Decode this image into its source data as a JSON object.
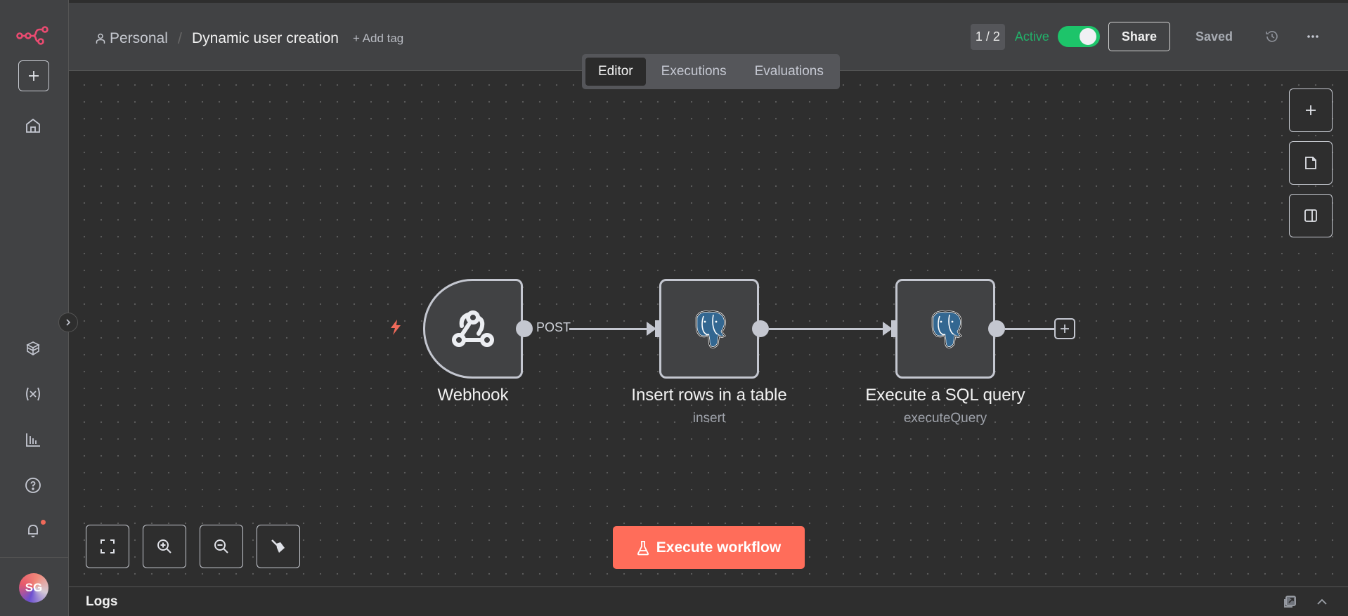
{
  "sidebar": {
    "avatar_initials": "SG",
    "items": [
      {
        "name": "home",
        "icon": "home-icon"
      },
      {
        "name": "templates",
        "icon": "box-icon"
      },
      {
        "name": "variables",
        "icon": "variables-icon"
      },
      {
        "name": "insights",
        "icon": "chart-icon"
      },
      {
        "name": "help",
        "icon": "help-icon"
      },
      {
        "name": "notifications",
        "icon": "bell-icon"
      }
    ]
  },
  "header": {
    "project": "Personal",
    "separator": "/",
    "workflow_title": "Dynamic user creation",
    "add_tag": "+ Add tag",
    "version": "1 / 2",
    "active_label": "Active",
    "active": true,
    "share_label": "Share",
    "saved_label": "Saved"
  },
  "tabs": [
    {
      "label": "Editor",
      "active": true
    },
    {
      "label": "Executions",
      "active": false
    },
    {
      "label": "Evaluations",
      "active": false
    }
  ],
  "workflow": {
    "nodes": [
      {
        "name": "Webhook",
        "subtitle": "",
        "type": "webhook-trigger"
      },
      {
        "name": "Insert rows in a table",
        "subtitle": "insert",
        "type": "postgres"
      },
      {
        "name": "Execute a SQL query",
        "subtitle": "executeQuery",
        "type": "postgres"
      }
    ],
    "edges": [
      {
        "from": "Webhook",
        "to": "Insert rows in a table",
        "label": "POST"
      },
      {
        "from": "Insert rows in a table",
        "to": "Execute a SQL query",
        "label": ""
      }
    ]
  },
  "canvas_controls": [
    "zoom-to-fit",
    "zoom-in",
    "zoom-out",
    "tidy-up"
  ],
  "right_controls": [
    "add-node",
    "sticky-note",
    "toggle-panel"
  ],
  "execute_button": "Execute workflow",
  "logs": {
    "title": "Logs"
  },
  "colors": {
    "brand": "#ea4b71",
    "accent": "#ff6d5a",
    "active_green": "#1dc46a",
    "postgres_blue": "#336791"
  }
}
